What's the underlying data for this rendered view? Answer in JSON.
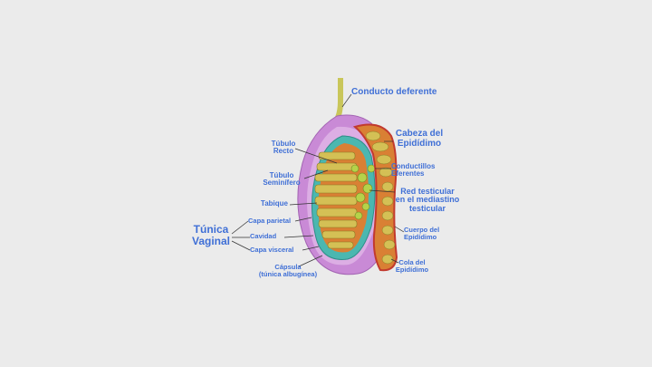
{
  "labels": {
    "conducto_deferente": "Conducto deferente",
    "cabeza_epididimo": "Cabeza del\nEpidídimo",
    "tubulo_recto": "Túbulo\nRecto",
    "conductillos_eferentes": "Conductillos\nEferentes",
    "tubulo_seminifero": "Túbulo\nSeminífero",
    "red_testicular": "Red testicular\nen el mediastino\ntesticular",
    "tabique": "Tabique",
    "tunica_vaginal": "Túnica\nVaginal",
    "capa_parietal": "Capa parietal",
    "cavidad": "Cavidad",
    "capa_visceral": "Capa visceral",
    "cuerpo_epididimo": "Cuerpo del\nEpidídimo",
    "cola_epididimo": "Cola del\nEpidídimo",
    "capsula": "Cápsula\n(túnica albugínea)"
  },
  "colors": {
    "background": "#ebebeb",
    "label_text": "#3f6fd6",
    "tunica_vaginal": "#c98ad6",
    "albuginea": "#4bb7b0",
    "tubules": "#c8b23c",
    "septa": "#d9701f",
    "rete": "#b5d24a",
    "epididymis_outline": "#c23a2e",
    "vas_deferens": "#c9c65a"
  }
}
